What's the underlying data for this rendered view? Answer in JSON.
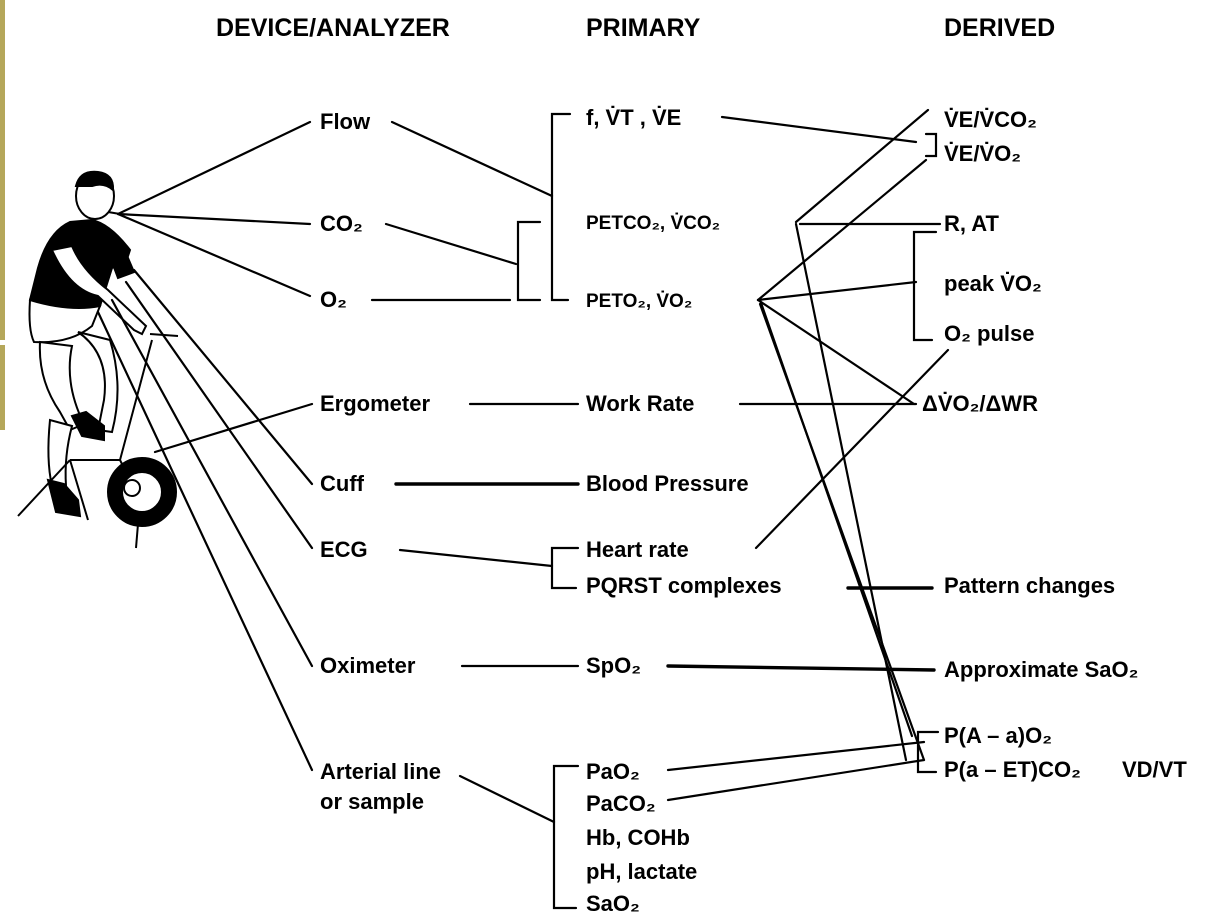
{
  "headers": {
    "device": "DEVICE/ANALYZER",
    "primary": "PRIMARY",
    "derived": "DERIVED"
  },
  "device": {
    "flow": "Flow",
    "co2": "CO₂",
    "o2": "O₂",
    "ergometer": "Ergometer",
    "cuff": "Cuff",
    "ecg": "ECG",
    "oximeter": "Oximeter",
    "arterial_line": "Arterial line",
    "or_sample": "or sample"
  },
  "primary": {
    "f_vt_ve": "f, V̇T , V̇E",
    "petco2_vco2": "PETCO₂, V̇CO₂",
    "peto2_vo2": "PETO₂, V̇O₂",
    "work_rate": "Work Rate",
    "blood_pressure": "Blood Pressure",
    "heart_rate": "Heart rate",
    "pqrst": "PQRST complexes",
    "spo2": "SpO₂",
    "pao2": "PaO₂",
    "paco2": "PaCO₂",
    "hb_cohb": "Hb, COHb",
    "ph_lactate": "pH, lactate",
    "sao2": "SaO₂"
  },
  "derived": {
    "ve_vco2": "V̇E/V̇CO₂",
    "ve_vo2": "V̇E/V̇O₂",
    "r_at": "R, AT",
    "peak_vo2": "peak V̇O₂",
    "o2_pulse": "O₂ pulse",
    "dvo2_dwr": "ΔV̇O₂/ΔWR",
    "pattern_changes": "Pattern changes",
    "approx_sao2": "Approximate SaO₂",
    "p_a_a_o2": "P(A – a)O₂",
    "p_a_et_co2": "P(a – ET)CO₂",
    "vd_vt": "VD/VT"
  },
  "colors": {
    "ink": "#000000",
    "background": "#ffffff",
    "edge_strip": "#b5a75a"
  },
  "icons": {
    "cyclist": "person-on-exercise-bike-icon"
  }
}
